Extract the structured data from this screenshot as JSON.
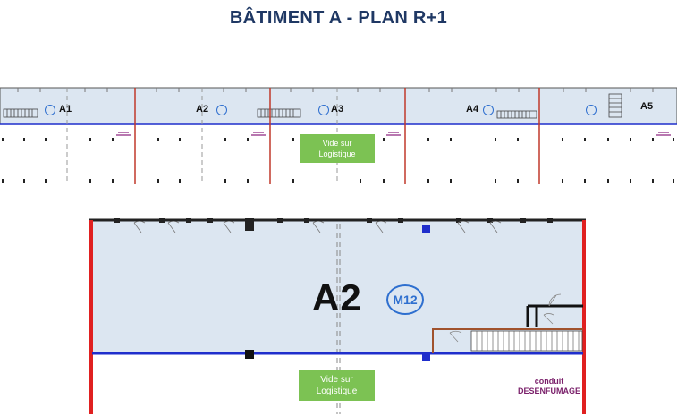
{
  "title": "BÂTIMENT A - PLAN R+1",
  "overview": {
    "units": [
      "A1",
      "A2",
      "A3",
      "A4",
      "A5"
    ],
    "void_label": [
      "Vide sur",
      "Logistique"
    ]
  },
  "detail": {
    "unit": "A2",
    "circle_label": "M12",
    "void_label": [
      "Vide sur",
      "Logistique"
    ],
    "conduit_label": [
      "conduit",
      "DESENFUMAGE"
    ]
  },
  "colors": {
    "title": "#1f3864",
    "floor_fill": "#dce6f1",
    "column_line": "#c0392b",
    "wall_blue": "#1f2ecc",
    "badge_green": "#7cc253",
    "circle_blue": "#2e6fcf",
    "conduit_purple": "#7a1f6a"
  }
}
